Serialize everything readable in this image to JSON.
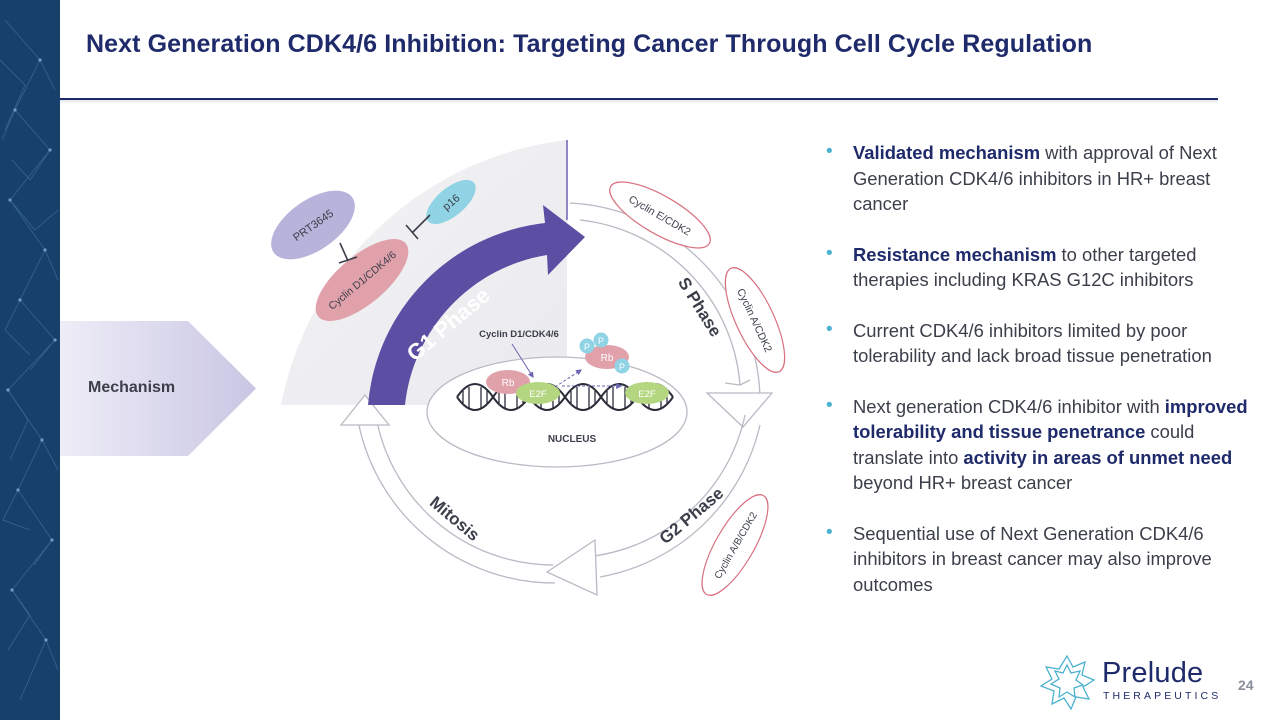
{
  "slide": {
    "title": "Next Generation CDK4/6 Inhibition: Targeting Cancer Through Cell Cycle Regulation",
    "page_number": "24"
  },
  "mechanism": {
    "label": "Mechanism"
  },
  "diagram": {
    "phases": {
      "g1": "G1 Phase",
      "s": "S Phase",
      "g2": "G2 Phase",
      "mitosis": "Mitosis"
    },
    "complexes": {
      "cyclin_e": "Cyclin E/CDK2",
      "cyclin_a": "Cyclin A/CDK2",
      "cyclin_ab": "Cyclin A/B/CDK2",
      "cyclin_d1": "Cyclin D1/CDK4/6"
    },
    "inhibitors": {
      "prt": "PRT3645",
      "p16": "p16"
    },
    "nucleus": {
      "label": "NUCLEUS",
      "cyclin_label": "Cyclin D1/CDK4/6",
      "rb": "Rb",
      "e2f": "E2F",
      "p": "P"
    },
    "colors": {
      "purple": "#5b4ea3",
      "lavender": "#b7b3da",
      "pink": "#e0a1ab",
      "cyan": "#8fd3e4",
      "green": "#b4d680"
    }
  },
  "bullets": [
    {
      "bold": "Validated mechanism",
      "rest": " with approval of Next Generation CDK4/6 inhibitors in HR+ breast cancer"
    },
    {
      "bold": "Resistance mechanism",
      "rest": " to other targeted therapies including KRAS G12C inhibitors"
    },
    {
      "text": "Current CDK4/6 inhibitors limited by poor tolerability and lack broad tissue penetration"
    },
    {
      "t1": "Next generation CDK4/6 inhibitor with ",
      "b1": "improved tolerability and tissue penetrance",
      "t2": " could translate into ",
      "b2": "activity in areas of unmet need",
      "t3": " beyond HR+ breast cancer"
    },
    {
      "text": "Sequential use of Next Generation CDK4/6 inhibitors in breast cancer may also improve outcomes"
    }
  ],
  "logo": {
    "name": "Prelude",
    "sub": "THERAPEUTICS"
  }
}
